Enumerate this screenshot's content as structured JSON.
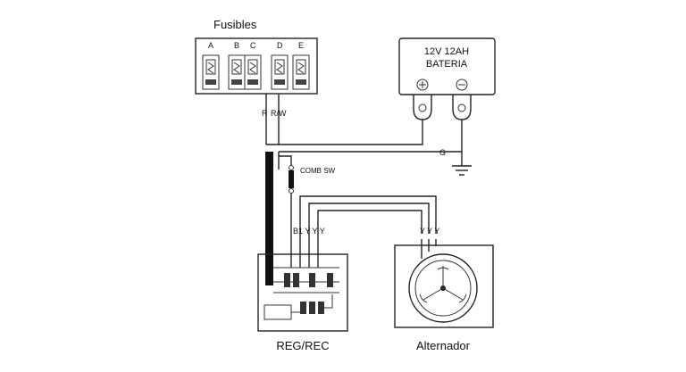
{
  "labels": {
    "fuses_title": "Fusibles",
    "battery_line1": "12V 12AH",
    "battery_line2": "BATERIA",
    "ground": "G",
    "wire_r": "R",
    "wire_rw": "R/W",
    "switch": "COMB SW",
    "reg_wires": "B1 Y Y Y",
    "alt_wires": "Y Y Y",
    "reg_title": "REG/REC",
    "alt_title": "Alternador"
  },
  "fuses": [
    "A",
    "B",
    "C",
    "D",
    "E"
  ],
  "colors": {
    "line": "#222222",
    "background": "#ffffff",
    "cable": "#111111"
  }
}
